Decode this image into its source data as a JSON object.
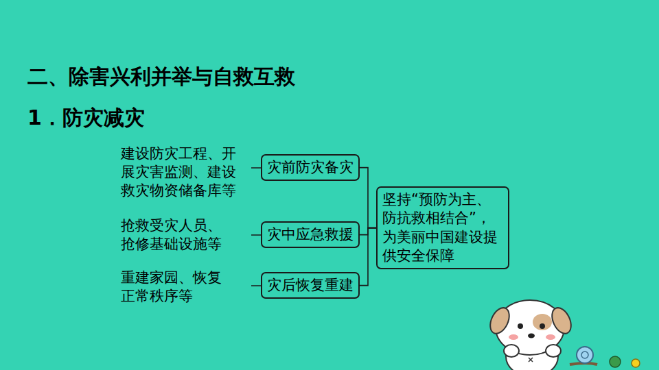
{
  "diagram": {
    "title": "二、除害兴利并举与自救互救",
    "nodes": [
      {
        "text": [
          "灾前防灾备灾"
        ]
      },
      {
        "text": [
          "灾中应急救援"
        ]
      },
      {
        "text": [
          "灾后恢复重建"
        ]
      },
      {
        "text": [
          "坚持“预防为主、 防抗救相结合”， 为美丽中国建设提 供安全保障"
        ]
      }
    ],
    "edges": [
      {
        "from": 0,
        "to": 3,
        "arrow": "none"
      },
      {
        "from": 1,
        "to": 3,
        "arrow": "none"
      },
      {
        "from": 2,
        "to": 3,
        "arrow": "none"
      }
    ],
    "labels": [
      "1．防灾减灾",
      "建设防灾工程、开 展灾害监测、建设 救灾物资储备库等",
      "抢救受灾人员、 抢修基础设施等",
      "重建家园、恢复 正常秩序等"
    ]
  }
}
